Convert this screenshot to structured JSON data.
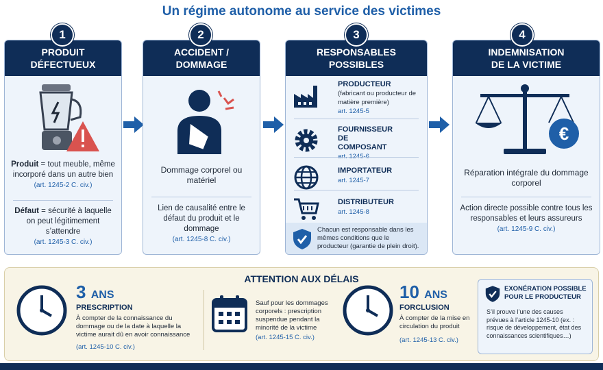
{
  "title": "Un régime autonome au service des victimes",
  "steps": [
    {
      "num": "1",
      "line1": "PRODUIT",
      "line2": "DÉFECTUEUX",
      "t1a": "Produit",
      "t1b": " = tout meuble, même incorporé dans un autre bien",
      "r1": "(art. 1245-2 C. civ.)",
      "t2a": "Défaut",
      "t2b": " = sécurité à laquelle on peut légitimement s’attendre",
      "r2": "(art. 1245-3 C. civ.)"
    },
    {
      "num": "2",
      "line1": "ACCIDENT /",
      "line2": "DOMMAGE",
      "t1": "Dommage corporel ou matériel",
      "t2": "Lien de causalité entre le défaut du produit et le dommage",
      "r2": "(art. 1245-8 C. civ.)"
    },
    {
      "num": "3",
      "line1": "RESPONSABLES",
      "line2": "POSSIBLES",
      "items": [
        {
          "label": "PRODUCTEUR",
          "sub": "(fabricant ou producteur de matière première)",
          "ref": "art. 1245-5",
          "icon": "factory-icon"
        },
        {
          "label": "FOURNISSEUR DE COMPOSANT",
          "sub": "",
          "ref": "art. 1245-6",
          "icon": "gear-icon"
        },
        {
          "label": "IMPORTATEUR",
          "sub": "",
          "ref": "art. 1245-7",
          "icon": "globe-icon"
        },
        {
          "label": "DISTRIBUTEUR",
          "sub": "",
          "ref": "art. 1245-8",
          "icon": "cart-icon"
        }
      ],
      "note": "Chacun est responsable dans les mêmes conditions que le producteur (garantie de plein droit)."
    },
    {
      "num": "4",
      "line1": "INDEMNISATION",
      "line2": "DE LA VICTIME",
      "t1": "Réparation intégrale du dommage corporel",
      "t2": "Action directe possible contre tous les responsables et leurs assureurs",
      "r2": "(art. 1245-9 C. civ.)"
    }
  ],
  "delays": {
    "title": "ATTENTION AUX DÉLAIS",
    "a_num": "3",
    "a_unit": "ANS",
    "a_label": "PRESCRIPTION",
    "a_text": "À compter de la connaissance du dommage ou de la date à laquelle la victime aurait dû en avoir connaissance",
    "a_ref": "(art. 1245-10 C. civ.)",
    "m_text": "Sauf pour les dommages corporels : prescription suspendue pendant la minorité de la victime",
    "m_ref": "(art. 1245-15 C. civ.)",
    "b_num": "10",
    "b_unit": "ANS",
    "b_label": "FORCLUSION",
    "b_text": "À compter de la mise en circulation du produit",
    "b_ref": "(art. 1245-13 C. civ.)",
    "exo_title": "EXONÉRATION POSSIBLE POUR LE PRODUCTEUR",
    "exo_text": "S’il prouve l’une des causes prévues à l’article 1245-10 (ex. : risque de développement, état des connaissances scientifiques…)"
  },
  "colors": {
    "navy": "#0f2d57",
    "blue": "#1f5fa8",
    "card": "#eef4fb",
    "cream": "#f8f4e6"
  }
}
